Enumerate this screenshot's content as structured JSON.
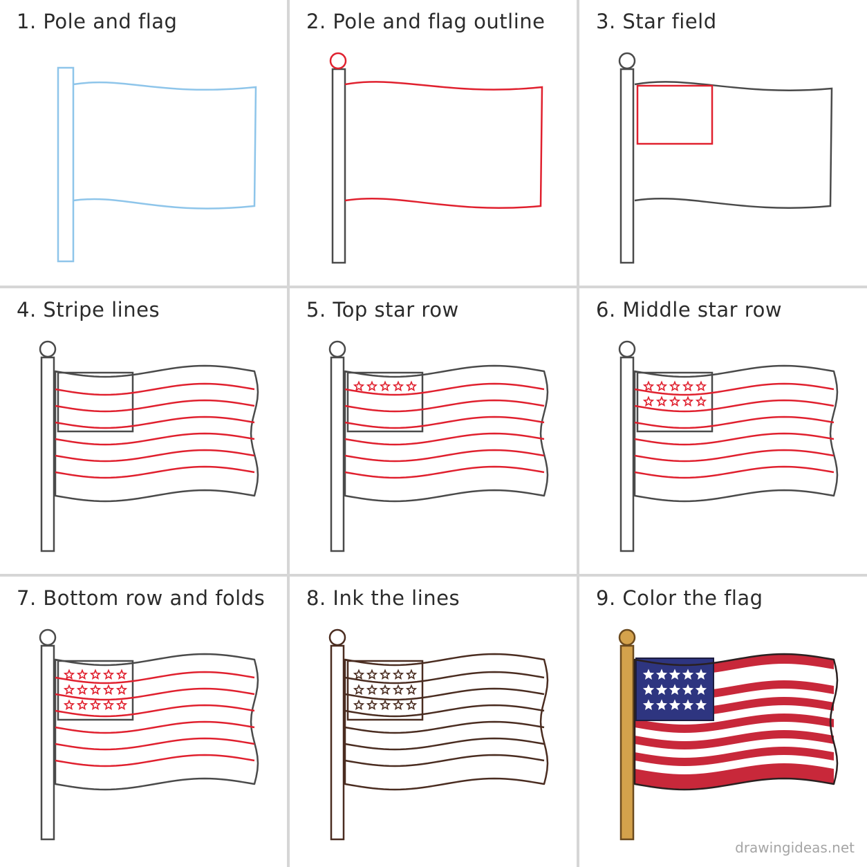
{
  "steps": [
    {
      "title": "1. Pole and flag"
    },
    {
      "title": "2. Pole and flag outline"
    },
    {
      "title": "3. Star field"
    },
    {
      "title": "4. Stripe lines"
    },
    {
      "title": "5. Top star row"
    },
    {
      "title": "6. Middle star row"
    },
    {
      "title": "7. Bottom row and folds"
    },
    {
      "title": "8. Ink the lines"
    },
    {
      "title": "9. Color the flag"
    }
  ],
  "watermark": "drawingideas.net",
  "colors": {
    "sketch_blue": "#8ec5ea",
    "red": "#e0202e",
    "gray": "#4a4a4a",
    "ink_brown": "#4a2c20",
    "flag_blue": "#2e3580",
    "flag_red": "#c8283a",
    "pole_gold": "#d4a24c"
  }
}
